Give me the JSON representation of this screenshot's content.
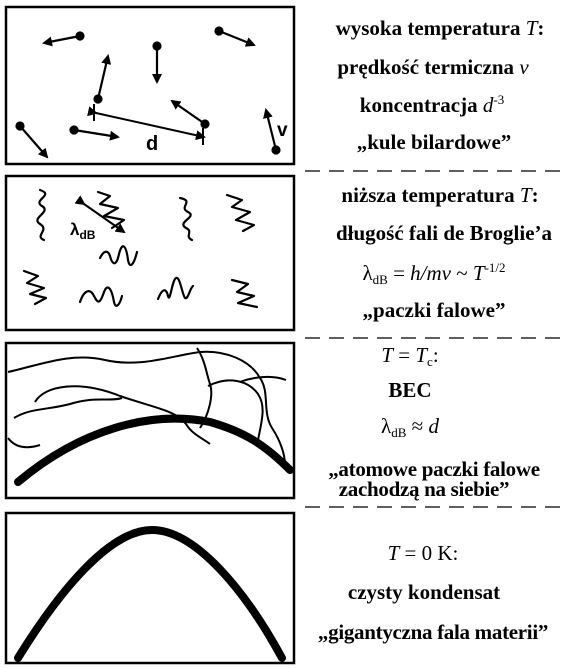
{
  "panels": [
    {
      "lines": [
        "wysoka temperatura T:",
        "prędkość termiczna v",
        "koncentracja d-3",
        "„kule bilardowe”"
      ],
      "diagram_labels": {
        "distance": "d",
        "velocity": "v"
      }
    },
    {
      "lines": [
        "niższa temperatura T:",
        "długość fali de Broglie’a",
        "λdB = h/mv ~ T-1/2",
        "„paczki falowe”"
      ],
      "diagram_labels": {
        "wavelength_symbol": "λ",
        "wavelength_sub": "dB"
      }
    },
    {
      "lines": [
        "T = Tc:",
        "BEC",
        "λdB ≈ d",
        "„atomowe paczki falowe",
        "zachodzą na siebie”"
      ]
    },
    {
      "lines": [
        "T = 0 K:",
        "czysty kondensat",
        "„gigantyczna fala materii”"
      ]
    }
  ],
  "text": {
    "p1_l1_main": "wysoka temperatura ",
    "p1_l1_var": "T",
    "p1_l1_end": ":",
    "p1_l2_main": "prędkość termiczna ",
    "p1_l2_var": "v",
    "p1_l3_main": "koncentracja ",
    "p1_l3_var": "d",
    "p1_l3_exp": "-3",
    "p1_l4": "„kule bilardowe”",
    "p2_l1_main": "niższa temperatura ",
    "p2_l1_var": "T",
    "p2_l1_end": ":",
    "p2_l2": "długość fali de Broglie’a",
    "p2_l3_lambda": "λ",
    "p2_l3_sub": "dB",
    "p2_l3_eq": " = ",
    "p2_l3_expr": "h/mv",
    "p2_l3_sim": " ~ ",
    "p2_l3_T": "T",
    "p2_l3_exp": "-1/2",
    "p2_l4": "„paczki falowe”",
    "p3_l1_T": "T",
    "p3_l1_eq": " = ",
    "p3_l1_Tc": "T",
    "p3_l1_c": "c",
    "p3_l1_end": ":",
    "p3_l2": "BEC",
    "p3_l3_lambda": "λ",
    "p3_l3_sub": "dB",
    "p3_l3_approx": " ≈ ",
    "p3_l3_d": "d",
    "p3_l4": "„atomowe paczki falowe",
    "p3_l5": "zachodzą na siebie”",
    "p4_l1_T": "T",
    "p4_l1_rest": " = 0 K:",
    "p4_l2": "czysty kondensat",
    "p4_l3": "„gigantyczna fala materii”",
    "d_label": "d",
    "v_label": "v",
    "lambda_label": "λ",
    "lambda_sub": "dB"
  },
  "colors": {
    "ink": "#000000",
    "background": "#ffffff"
  }
}
